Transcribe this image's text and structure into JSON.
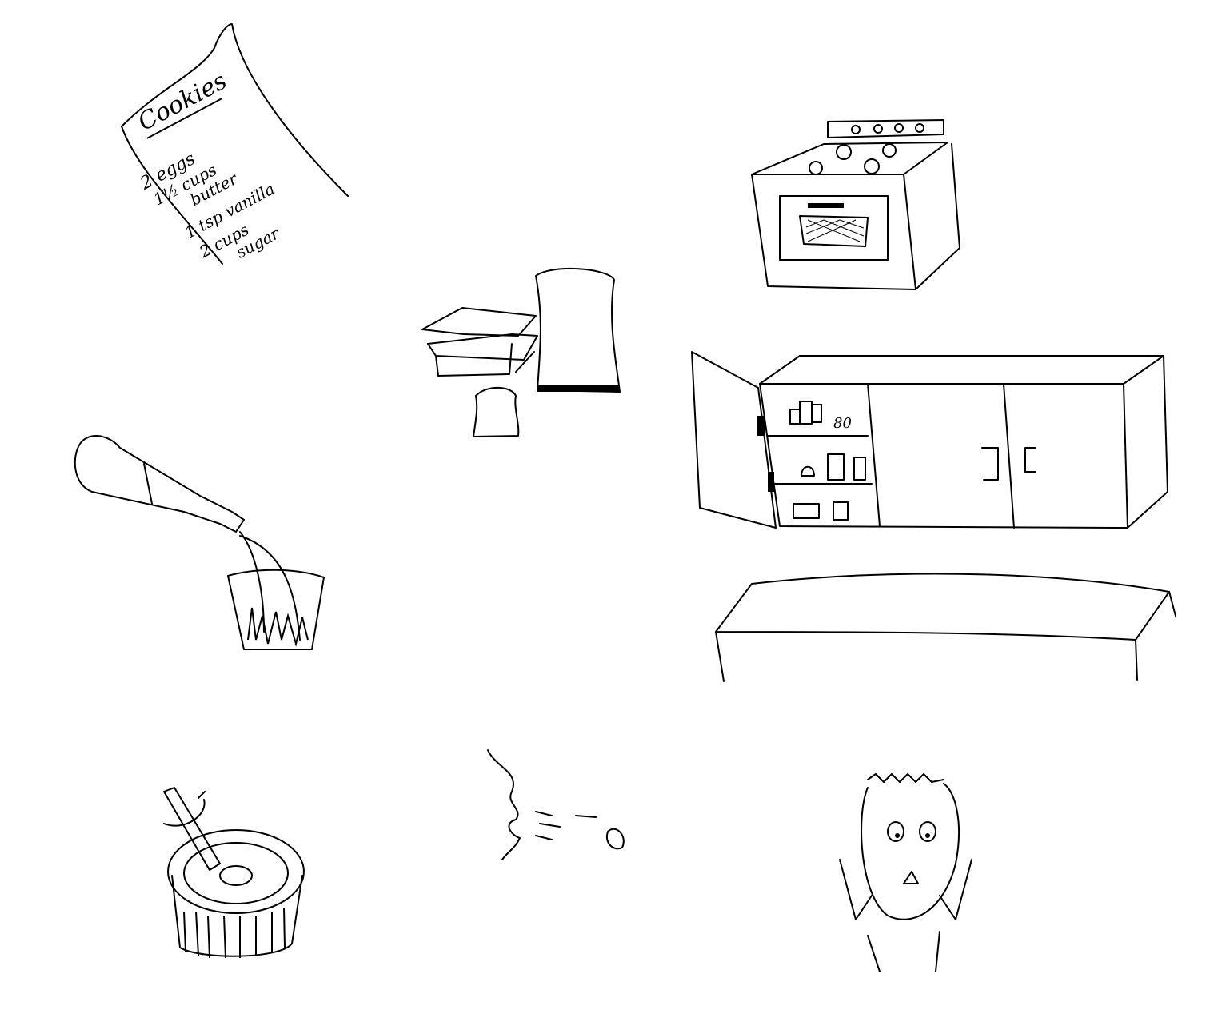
{
  "recipe": {
    "title": "Cookies",
    "items": [
      "2 eggs",
      "1½ cups",
      "butter",
      "1 tsp vanilla",
      "2 cups",
      "sugar"
    ]
  },
  "cabinet": {
    "shelf_label": "80"
  },
  "colors": {
    "ink": "#000000",
    "paper": "#ffffff"
  }
}
